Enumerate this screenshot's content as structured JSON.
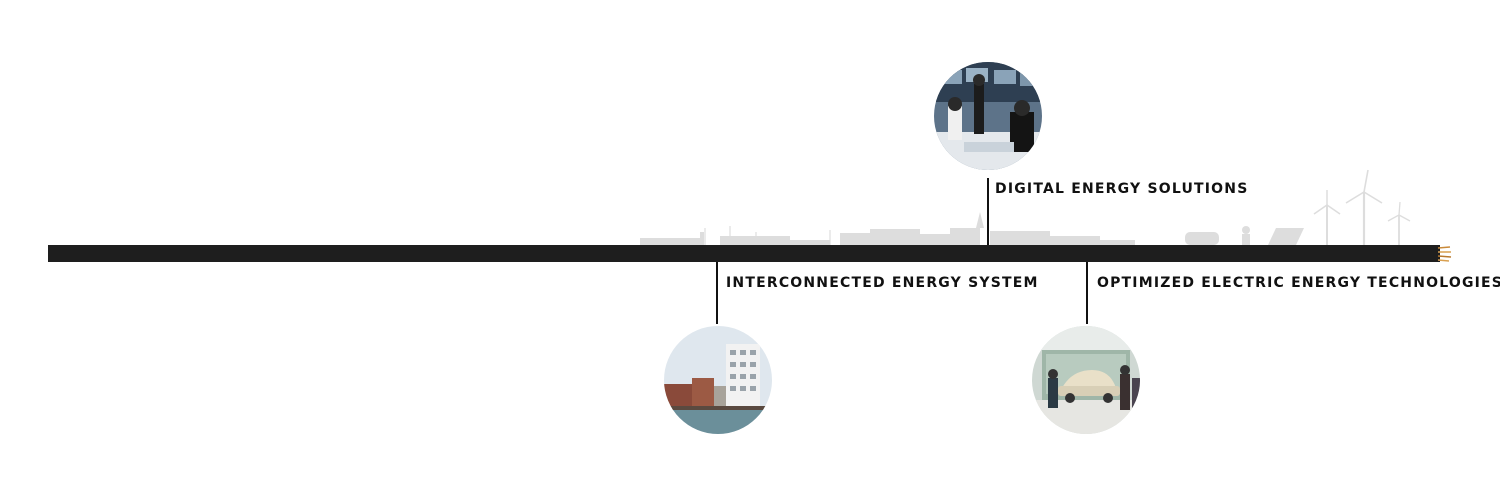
{
  "timeline": {
    "items": [
      {
        "label": "DIGITAL ENERGY SOLUTIONS",
        "photo_icon": "control-room-photo"
      },
      {
        "label": "INTERCONNECTED ENERGY SYSTEM",
        "photo_icon": "harbour-buildings-photo"
      },
      {
        "label": "OPTIMIZED ELECTRIC ENERGY TECHNOLOGIES",
        "photo_icon": "electric-car-lab-photo"
      }
    ]
  },
  "colors": {
    "cable": "#1e1e1e",
    "skyline": "#dcdcdc",
    "wire_copper": "#c98a3a"
  }
}
